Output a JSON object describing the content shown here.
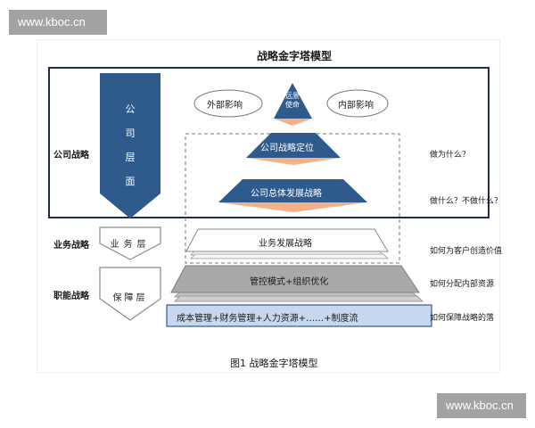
{
  "watermark": {
    "top_left": "www.kboc.cn",
    "bottom_right": "www.kboc.cn"
  },
  "diagram": {
    "title": "战略金字塔模型",
    "caption": "图1 战略金字塔模型",
    "rows": {
      "corporate": "公司战略",
      "business": "业务战略",
      "functional": "职能战略"
    },
    "levels": {
      "corporate": "公司层面",
      "business": "业务层",
      "functional": "保障层"
    },
    "ovals": {
      "external": "外部影响",
      "internal": "内部影响"
    },
    "pyramid": {
      "apex": "远景使命",
      "middle": "公司战略定位",
      "bottom": "公司总体发展战略"
    },
    "bars": {
      "business_dev": "业务发展战略",
      "control": "管控模式+组织优化",
      "support": "成本管理+财务管理+人力资源+……+制度流"
    },
    "questions": {
      "why": "做为什么？",
      "what": "做什么？不做什么？",
      "value": "如何为客户创造价值",
      "allocate": "如何分配内部资源",
      "ensure": "如何保障战略的落"
    },
    "colors": {
      "primary": "#2f5b8c",
      "frame": "#1f2b4a",
      "orange": "#f1a372",
      "grey": "#a9a9a9"
    }
  }
}
